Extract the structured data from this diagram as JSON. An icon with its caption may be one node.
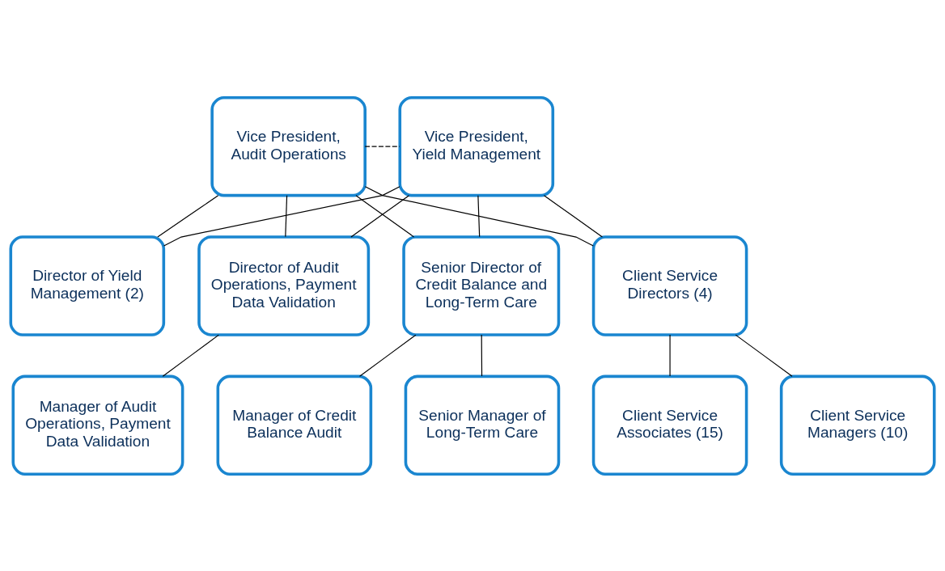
{
  "diagram": {
    "nodes": [
      {
        "text": [
          "Vice President, Audit Operations"
        ]
      },
      {
        "text": [
          "Vice President, Yield Management"
        ]
      },
      {
        "text": [
          "Director of Audit Operations, Payment Data Validation"
        ]
      },
      {
        "text": [
          "Senior Director of Credit Balance and Long-Term Care"
        ]
      },
      {
        "text": [
          "Director of Yield Management (2)"
        ]
      },
      {
        "text": [
          "Client Service Directors (4)"
        ]
      },
      {
        "text": [
          "Manager of Audit Operations, Payment Data Validation"
        ]
      },
      {
        "text": [
          "Senior Manager of Long-Term Care"
        ]
      },
      {
        "text": [
          "Client Service Managers (10)"
        ]
      },
      {
        "text": [
          "Manager of Credit Balance Audit"
        ]
      },
      {
        "text": [
          "Client Service Associates (15)"
        ]
      }
    ],
    "edges": [
      {
        "from": 0,
        "to": 1,
        "arrow": "none",
        "style": "dashed"
      },
      {
        "from": 0,
        "to": 2,
        "arrow": "none"
      },
      {
        "from": 0,
        "to": 3,
        "arrow": "none"
      },
      {
        "from": 0,
        "to": 4,
        "arrow": "none"
      },
      {
        "from": 0,
        "to": 5,
        "arrow": "none"
      },
      {
        "from": 1,
        "to": 2,
        "arrow": "none"
      },
      {
        "from": 1,
        "to": 3,
        "arrow": "none"
      },
      {
        "from": 1,
        "to": 4,
        "arrow": "none"
      },
      {
        "from": 1,
        "to": 5,
        "arrow": "none"
      },
      {
        "from": 2,
        "to": 6,
        "arrow": "none"
      },
      {
        "from": 3,
        "to": 7,
        "arrow": "none"
      },
      {
        "from": 3,
        "to": 9,
        "arrow": "none"
      },
      {
        "from": 5,
        "to": 8,
        "arrow": "none"
      },
      {
        "from": 5,
        "to": 10,
        "arrow": "none"
      }
    ]
  }
}
